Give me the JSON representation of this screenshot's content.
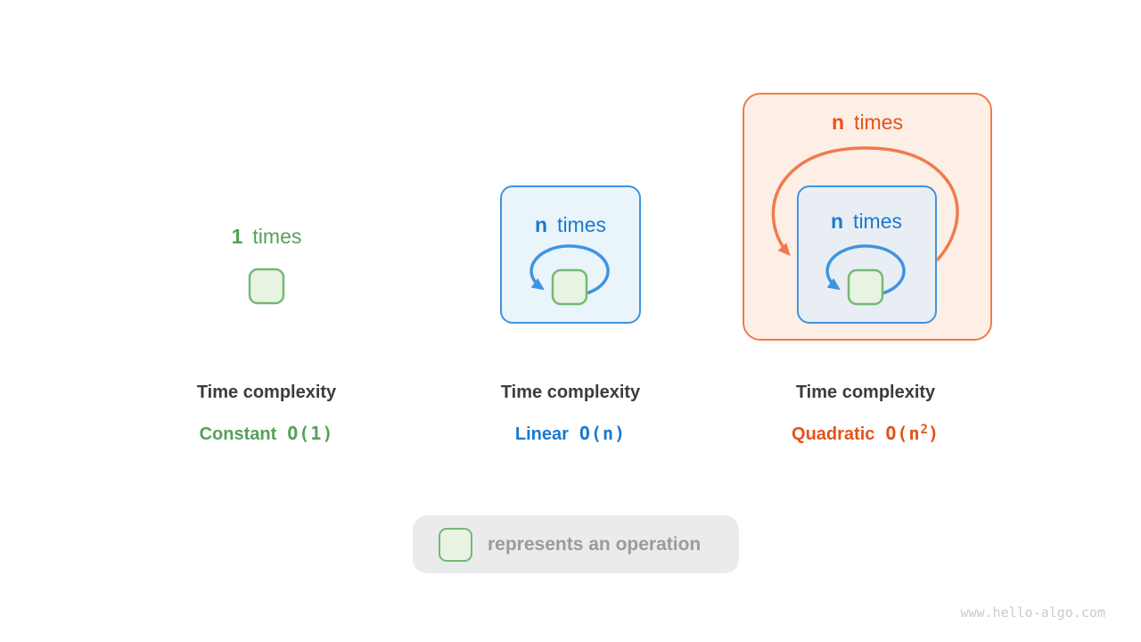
{
  "canvas": {
    "watermark": "www.hello-algo.com"
  },
  "colors": {
    "green_text": "#56a15a",
    "green_border": "#74b976",
    "green_fill": "#e9f3e2",
    "blue_text": "#1b79cf",
    "blue_stroke": "#3f94e1",
    "blue_box_fill": "#e9f4fb",
    "inner_box_fill": "#e9eef4",
    "orange_text": "#e5521a",
    "orange_stroke": "#ee7c4a",
    "orange_box_fill": "#fdeee6",
    "caption_text": "#3c3c3c",
    "legend_bg": "#ebebeb",
    "legend_text": "#9b9b9b"
  },
  "sections": [
    {
      "name": "constant",
      "count": "1",
      "times": "times",
      "title": "Time complexity",
      "kind": "Constant",
      "big_o": "O(1)"
    },
    {
      "name": "linear",
      "count": "n",
      "times": "times",
      "title": "Time complexity",
      "kind": "Linear",
      "big_o": "O(n)"
    },
    {
      "name": "quadratic",
      "count": "n",
      "times": "times",
      "inner_count": "n",
      "inner_times": "times",
      "title": "Time complexity",
      "kind": "Quadratic",
      "big_o_main": "O(n",
      "big_o_sup": "2",
      "big_o_close": ")"
    }
  ],
  "legend": {
    "text": "represents an operation"
  }
}
